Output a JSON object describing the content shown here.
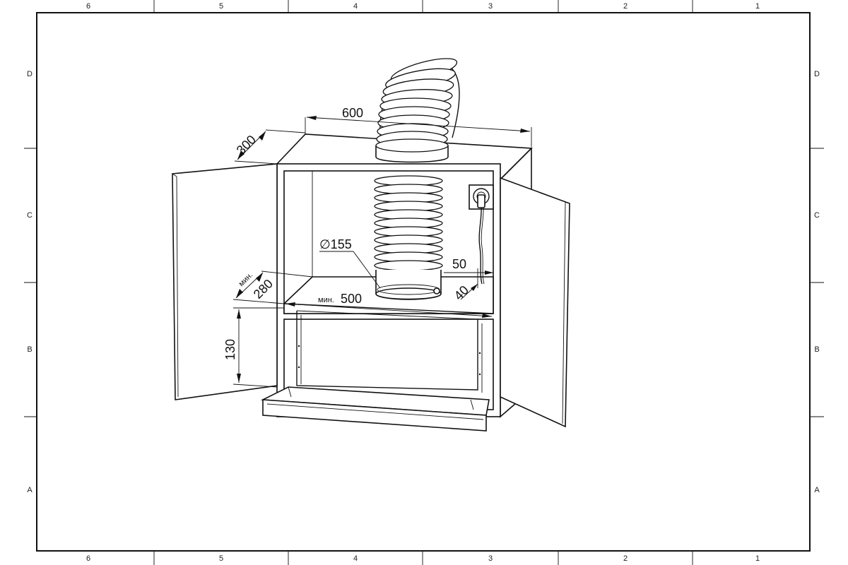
{
  "frame": {
    "columns": [
      "6",
      "5",
      "4",
      "3",
      "2",
      "1"
    ],
    "rows": [
      "D",
      "C",
      "B",
      "A"
    ]
  },
  "dimensions": {
    "width": "600",
    "depth": "300",
    "inner_depth_prefix": "мин.",
    "inner_depth": "280",
    "inner_width_prefix": "мин.",
    "inner_width": "500",
    "height": "130",
    "duct_diameter": "∅155",
    "socket_offset": "50",
    "socket_gap": "40"
  },
  "colors": {
    "line": "#111111",
    "background": "#ffffff"
  }
}
